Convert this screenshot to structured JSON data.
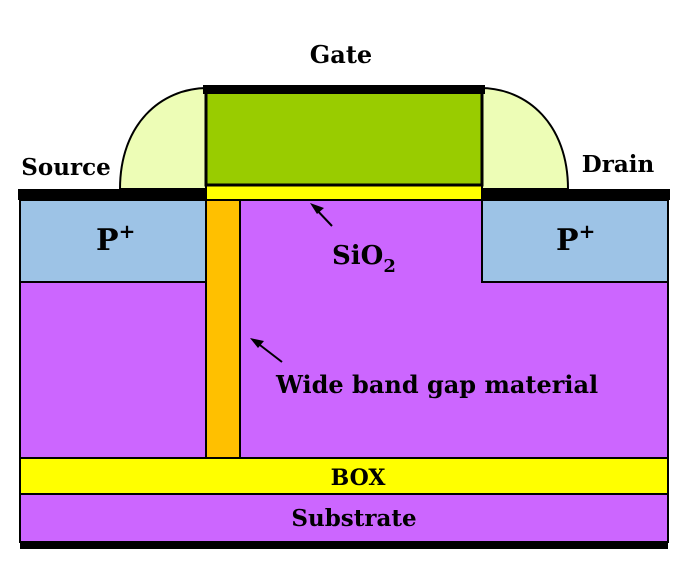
{
  "labels": {
    "gate": "Gate",
    "source": "Source",
    "drain": "Drain",
    "p_plus_left": "P",
    "p_plus_left_sup": "+",
    "p_plus_right": "P",
    "p_plus_right_sup": "+",
    "sio2_main": "SiO",
    "sio2_sub": "2",
    "wide_band_gap": "Wide band gap material",
    "box": "BOX",
    "substrate": "Substrate"
  },
  "colors": {
    "contact_metal": "#000000",
    "spacer": "#EDFDB6",
    "gate_poly": "#99CC00",
    "gate_oxide": "#FFFF00",
    "p_plus_region": "#9DC3E6",
    "body_silicon": "#CC66FF",
    "wide_band_gap": "#FFC000",
    "box": "#FFFF00",
    "substrate": "#CC66FF"
  }
}
